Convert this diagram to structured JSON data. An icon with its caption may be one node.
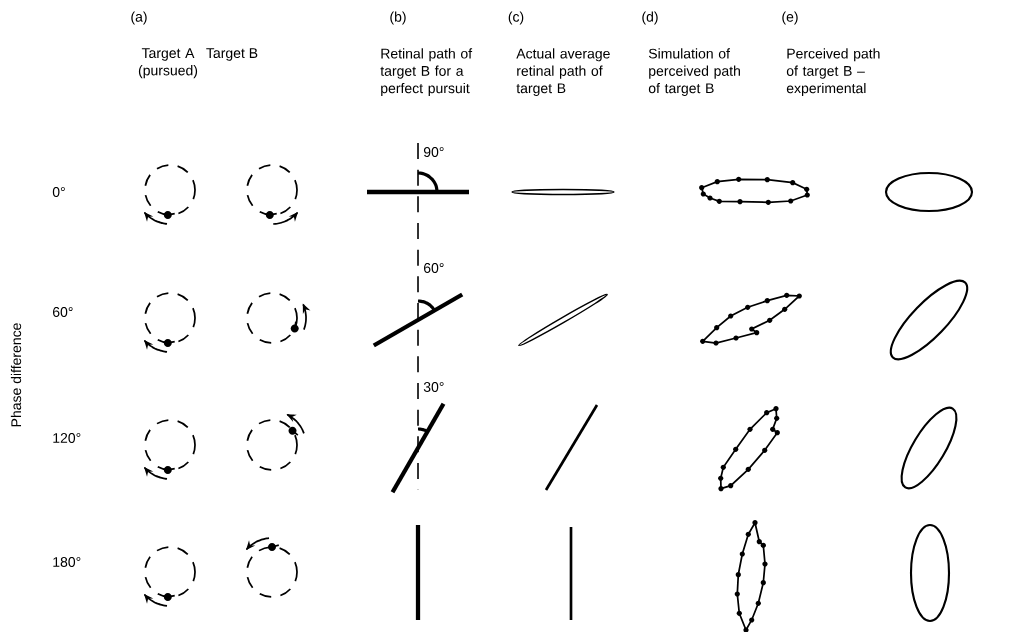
{
  "diagram": {
    "labels": [
      "(a)",
      "(b)",
      "(c)",
      "(d)",
      "(e)",
      "Target A (pursued)",
      "Target B",
      "Retinal path of target B for a perfect pursuit",
      "Actual average retinal path of target B",
      "Simulation of perceived path of target B",
      "Perceived path of target B – experimental",
      "90°",
      "0°",
      "60°",
      "60°",
      "Phase difference",
      "30°",
      "120°",
      "180°"
    ]
  }
}
